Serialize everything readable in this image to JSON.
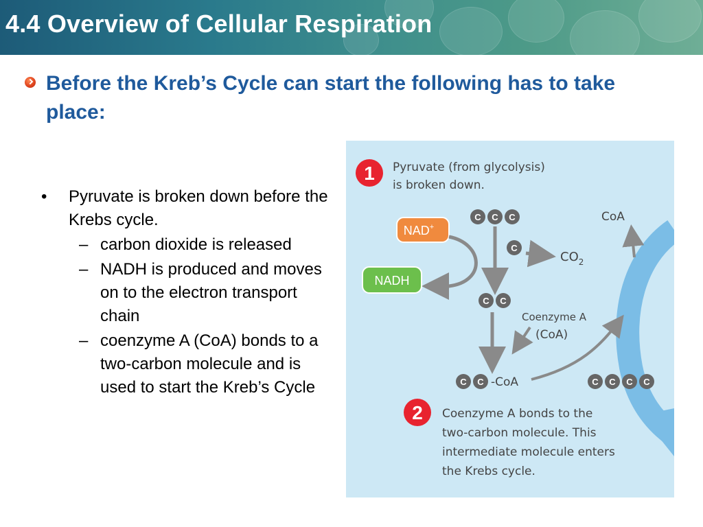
{
  "header": {
    "title": "4.4 Overview of Cellular Respiration"
  },
  "subtitle": "Before the Kreb’s Cycle can start the following  has to take place:",
  "bullets": {
    "main_mark": "•",
    "sub_mark": "–",
    "main": "Pyruvate is broken down before the Krebs cycle.",
    "subs": [
      "carbon dioxide is released",
      "NADH is produced and moves on to the electron transport chain",
      "coenzyme A (CoA) bonds to a two-carbon molecule and is used to start the Kreb’s Cycle"
    ]
  },
  "figure": {
    "step1": {
      "number": "1",
      "line1": "Pyruvate (from glycolysis)",
      "line2": "is broken down."
    },
    "carbon_letter": "C",
    "nad_label": "NAD",
    "nad_superscript": "+",
    "nadh_label": "NADH",
    "co2_label": "CO",
    "co2_subscript": "2",
    "coa_top_label": "CoA",
    "coenzyme_label_line1": "Coenzyme A",
    "coenzyme_label_line2": "(CoA)",
    "acetyl_coa_suffix": "-CoA",
    "step2": {
      "number": "2",
      "lines": [
        "Coenzyme A bonds to the",
        "two-carbon molecule. This",
        "intermediate molecule enters",
        "the Krebs cycle."
      ]
    },
    "colors": {
      "panel": "#cde8f5",
      "step_circle": "#e8232f",
      "nad": "#f08a3e",
      "nadh": "#6cbf4c",
      "carbon": "#666666",
      "cycle_arrow": "#7bbde6"
    }
  }
}
